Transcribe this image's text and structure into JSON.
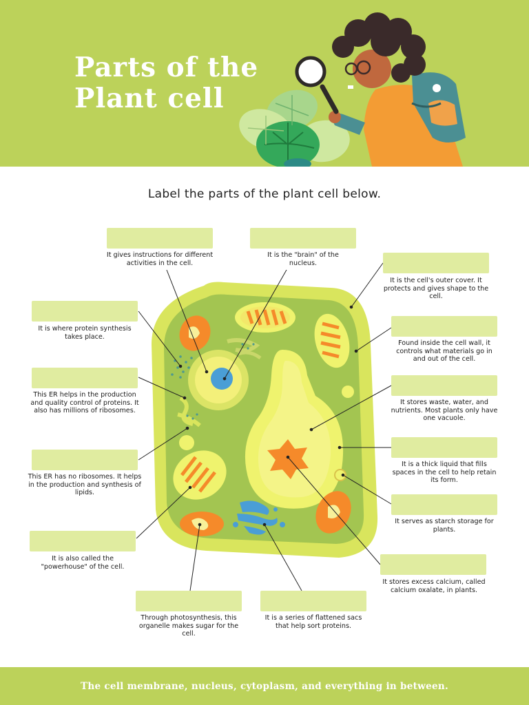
{
  "header": {
    "title_line1": "Parts of the",
    "title_line2": "Plant cell",
    "bg_color": "#bcd25a"
  },
  "subtitle": "Label the parts of the plant cell below.",
  "label_box_color": "#e0eca0",
  "parts": [
    {
      "id": "nucleus",
      "description": "It gives instructions for different activities in the cell."
    },
    {
      "id": "nucleolus",
      "description": "It is the \"brain\" of the nucleus."
    },
    {
      "id": "cell-wall",
      "description": "It is the cell's outer cover. It protects and gives shape to the cell."
    },
    {
      "id": "ribosomes",
      "description": "It is where protein synthesis takes place."
    },
    {
      "id": "cell-membrane",
      "description": "Found inside the cell wall, it controls what materials go in and out of the cell."
    },
    {
      "id": "rough-er",
      "description": "This ER helps in the production and quality control of proteins. It also has millions of ribosomes."
    },
    {
      "id": "vacuole",
      "description": "It stores waste, water, and nutrients. Most plants only have one vacuole."
    },
    {
      "id": "cytoplasm",
      "description": "It is a thick liquid that fills spaces in the cell to help retain its form."
    },
    {
      "id": "smooth-er",
      "description": "This ER has no ribosomes. It helps in the production and synthesis of lipids."
    },
    {
      "id": "amyloplast",
      "description": "It serves as starch storage for plants."
    },
    {
      "id": "mitochondria",
      "description": "It is also called the \"powerhouse\" of the cell."
    },
    {
      "id": "calcium-oxalate-crystal",
      "description": "It stores excess calcium, called calcium oxalate, in plants."
    },
    {
      "id": "chloroplast",
      "description": "Through photosynthesis, this organelle makes sugar for the cell."
    },
    {
      "id": "golgi-apparatus",
      "description": "It is a series of flattened sacs that help sort proteins."
    }
  ],
  "footer": {
    "text": "The cell membrane, nucleus, cytoplasm, and everything in between."
  },
  "icons": [
    "child-scientist-illustration",
    "magnifying-glass-icon",
    "leaves-illustration",
    "backpack-icon"
  ]
}
